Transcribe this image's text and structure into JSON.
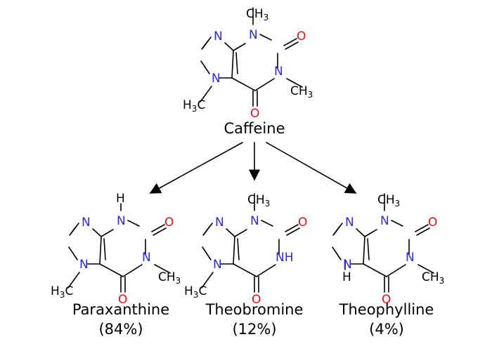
{
  "colors": {
    "nitrogen": "#2b2bd9",
    "oxygen": "#e0101a",
    "bond": "#000000"
  },
  "atoms": {
    "N": "N",
    "O": "O",
    "H": "H",
    "NH": "NH",
    "C": "C",
    "sub3": "3"
  },
  "parent": {
    "name": "Caffeine"
  },
  "products": [
    {
      "name": "Paraxanthine",
      "share": "(84%)"
    },
    {
      "name": "Theobromine",
      "share": "(12%)"
    },
    {
      "name": "Theophylline",
      "share": "(4%)"
    }
  ]
}
